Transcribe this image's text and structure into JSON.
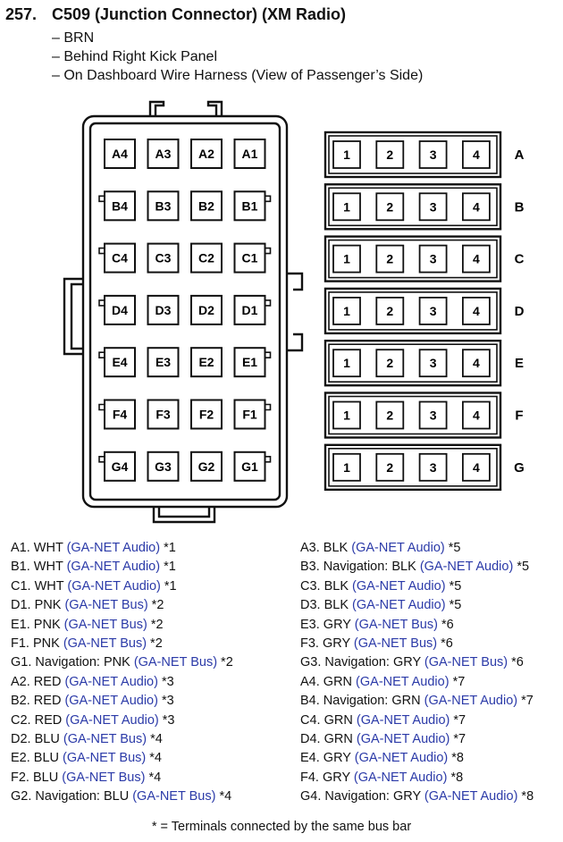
{
  "title": {
    "number": "257.",
    "text": "C509 (Junction Connector) (XM Radio)"
  },
  "description": [
    "BRN",
    "Behind Right Kick Panel",
    "On Dashboard Wire Harness (View of Passenger’s Side)"
  ],
  "connector": {
    "rows": [
      "A",
      "B",
      "C",
      "D",
      "E",
      "F",
      "G"
    ],
    "columns": [
      "4",
      "3",
      "2",
      "1"
    ]
  },
  "bus_bars": {
    "rows": [
      "A",
      "B",
      "C",
      "D",
      "E",
      "F",
      "G"
    ],
    "terminals": [
      "1",
      "2",
      "3",
      "4"
    ]
  },
  "legend_left": [
    {
      "pin": "A1.",
      "prefix": "WHT ",
      "bus": "(GA-NET Audio)",
      "note": " *1"
    },
    {
      "pin": "B1.",
      "prefix": "WHT ",
      "bus": "(GA-NET Audio)",
      "note": " *1"
    },
    {
      "pin": "C1.",
      "prefix": "WHT ",
      "bus": "(GA-NET Audio)",
      "note": " *1"
    },
    {
      "pin": "D1.",
      "prefix": "PNK ",
      "bus": "(GA-NET Bus)",
      "note": " *2"
    },
    {
      "pin": "E1.",
      "prefix": "PNK ",
      "bus": "(GA-NET Bus)",
      "note": " *2"
    },
    {
      "pin": "F1.",
      "prefix": "PNK ",
      "bus": "(GA-NET Bus)",
      "note": " *2"
    },
    {
      "pin": "G1.",
      "prefix": "Navigation: PNK ",
      "bus": "(GA-NET Bus)",
      "note": " *2"
    },
    {
      "pin": "A2.",
      "prefix": "RED ",
      "bus": "(GA-NET Audio)",
      "note": " *3"
    },
    {
      "pin": "B2.",
      "prefix": "RED ",
      "bus": "(GA-NET Audio)",
      "note": " *3"
    },
    {
      "pin": "C2.",
      "prefix": "RED ",
      "bus": "(GA-NET Audio)",
      "note": " *3"
    },
    {
      "pin": "D2.",
      "prefix": "BLU ",
      "bus": "(GA-NET Bus)",
      "note": " *4"
    },
    {
      "pin": "E2.",
      "prefix": "BLU ",
      "bus": "(GA-NET Bus)",
      "note": " *4"
    },
    {
      "pin": "F2.",
      "prefix": "BLU ",
      "bus": "(GA-NET Bus)",
      "note": " *4"
    },
    {
      "pin": "G2.",
      "prefix": "Navigation: BLU ",
      "bus": "(GA-NET Bus)",
      "note": " *4"
    }
  ],
  "legend_right": [
    {
      "pin": "A3.",
      "prefix": "BLK ",
      "bus": "(GA-NET Audio)",
      "note": " *5"
    },
    {
      "pin": "B3.",
      "prefix": "Navigation: BLK ",
      "bus": "(GA-NET Audio)",
      "note": " *5"
    },
    {
      "pin": "C3.",
      "prefix": "BLK ",
      "bus": "(GA-NET Audio)",
      "note": " *5"
    },
    {
      "pin": "D3.",
      "prefix": "BLK ",
      "bus": "(GA-NET Audio)",
      "note": " *5"
    },
    {
      "pin": "E3.",
      "prefix": "GRY ",
      "bus": "(GA-NET Bus)",
      "note": " *6"
    },
    {
      "pin": "F3.",
      "prefix": "GRY ",
      "bus": "(GA-NET Bus)",
      "note": " *6"
    },
    {
      "pin": "G3.",
      "prefix": "Navigation: GRY ",
      "bus": "(GA-NET Bus)",
      "note": " *6"
    },
    {
      "pin": "A4.",
      "prefix": "GRN ",
      "bus": "(GA-NET Audio)",
      "note": " *7"
    },
    {
      "pin": "B4.",
      "prefix": "Navigation: GRN ",
      "bus": "(GA-NET Audio)",
      "note": " *7"
    },
    {
      "pin": "C4.",
      "prefix": "GRN ",
      "bus": "(GA-NET Audio)",
      "note": " *7"
    },
    {
      "pin": "D4.",
      "prefix": "GRN ",
      "bus": "(GA-NET Audio)",
      "note": " *7"
    },
    {
      "pin": "E4.",
      "prefix": "GRY ",
      "bus": "(GA-NET Audio)",
      "note": " *8"
    },
    {
      "pin": "F4.",
      "prefix": "GRY ",
      "bus": "(GA-NET Audio)",
      "note": " *8"
    },
    {
      "pin": "G4.",
      "prefix": "Navigation: GRY ",
      "bus": "(GA-NET Audio)",
      "note": " *8"
    }
  ],
  "footnote": "* = Terminals connected by the same bus bar",
  "colors": {
    "bus_text": "#2b3aa8",
    "line": "#111111"
  }
}
